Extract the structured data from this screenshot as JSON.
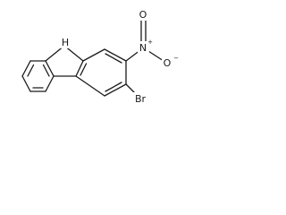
{
  "molecule": {
    "atoms": {
      "ch2": "H",
      "nitrogen": "N",
      "nitrogen_charge": "+",
      "oxygen_double": "O",
      "oxygen_single": "O",
      "oxygen_charge": "−",
      "bromine": "Br"
    }
  }
}
